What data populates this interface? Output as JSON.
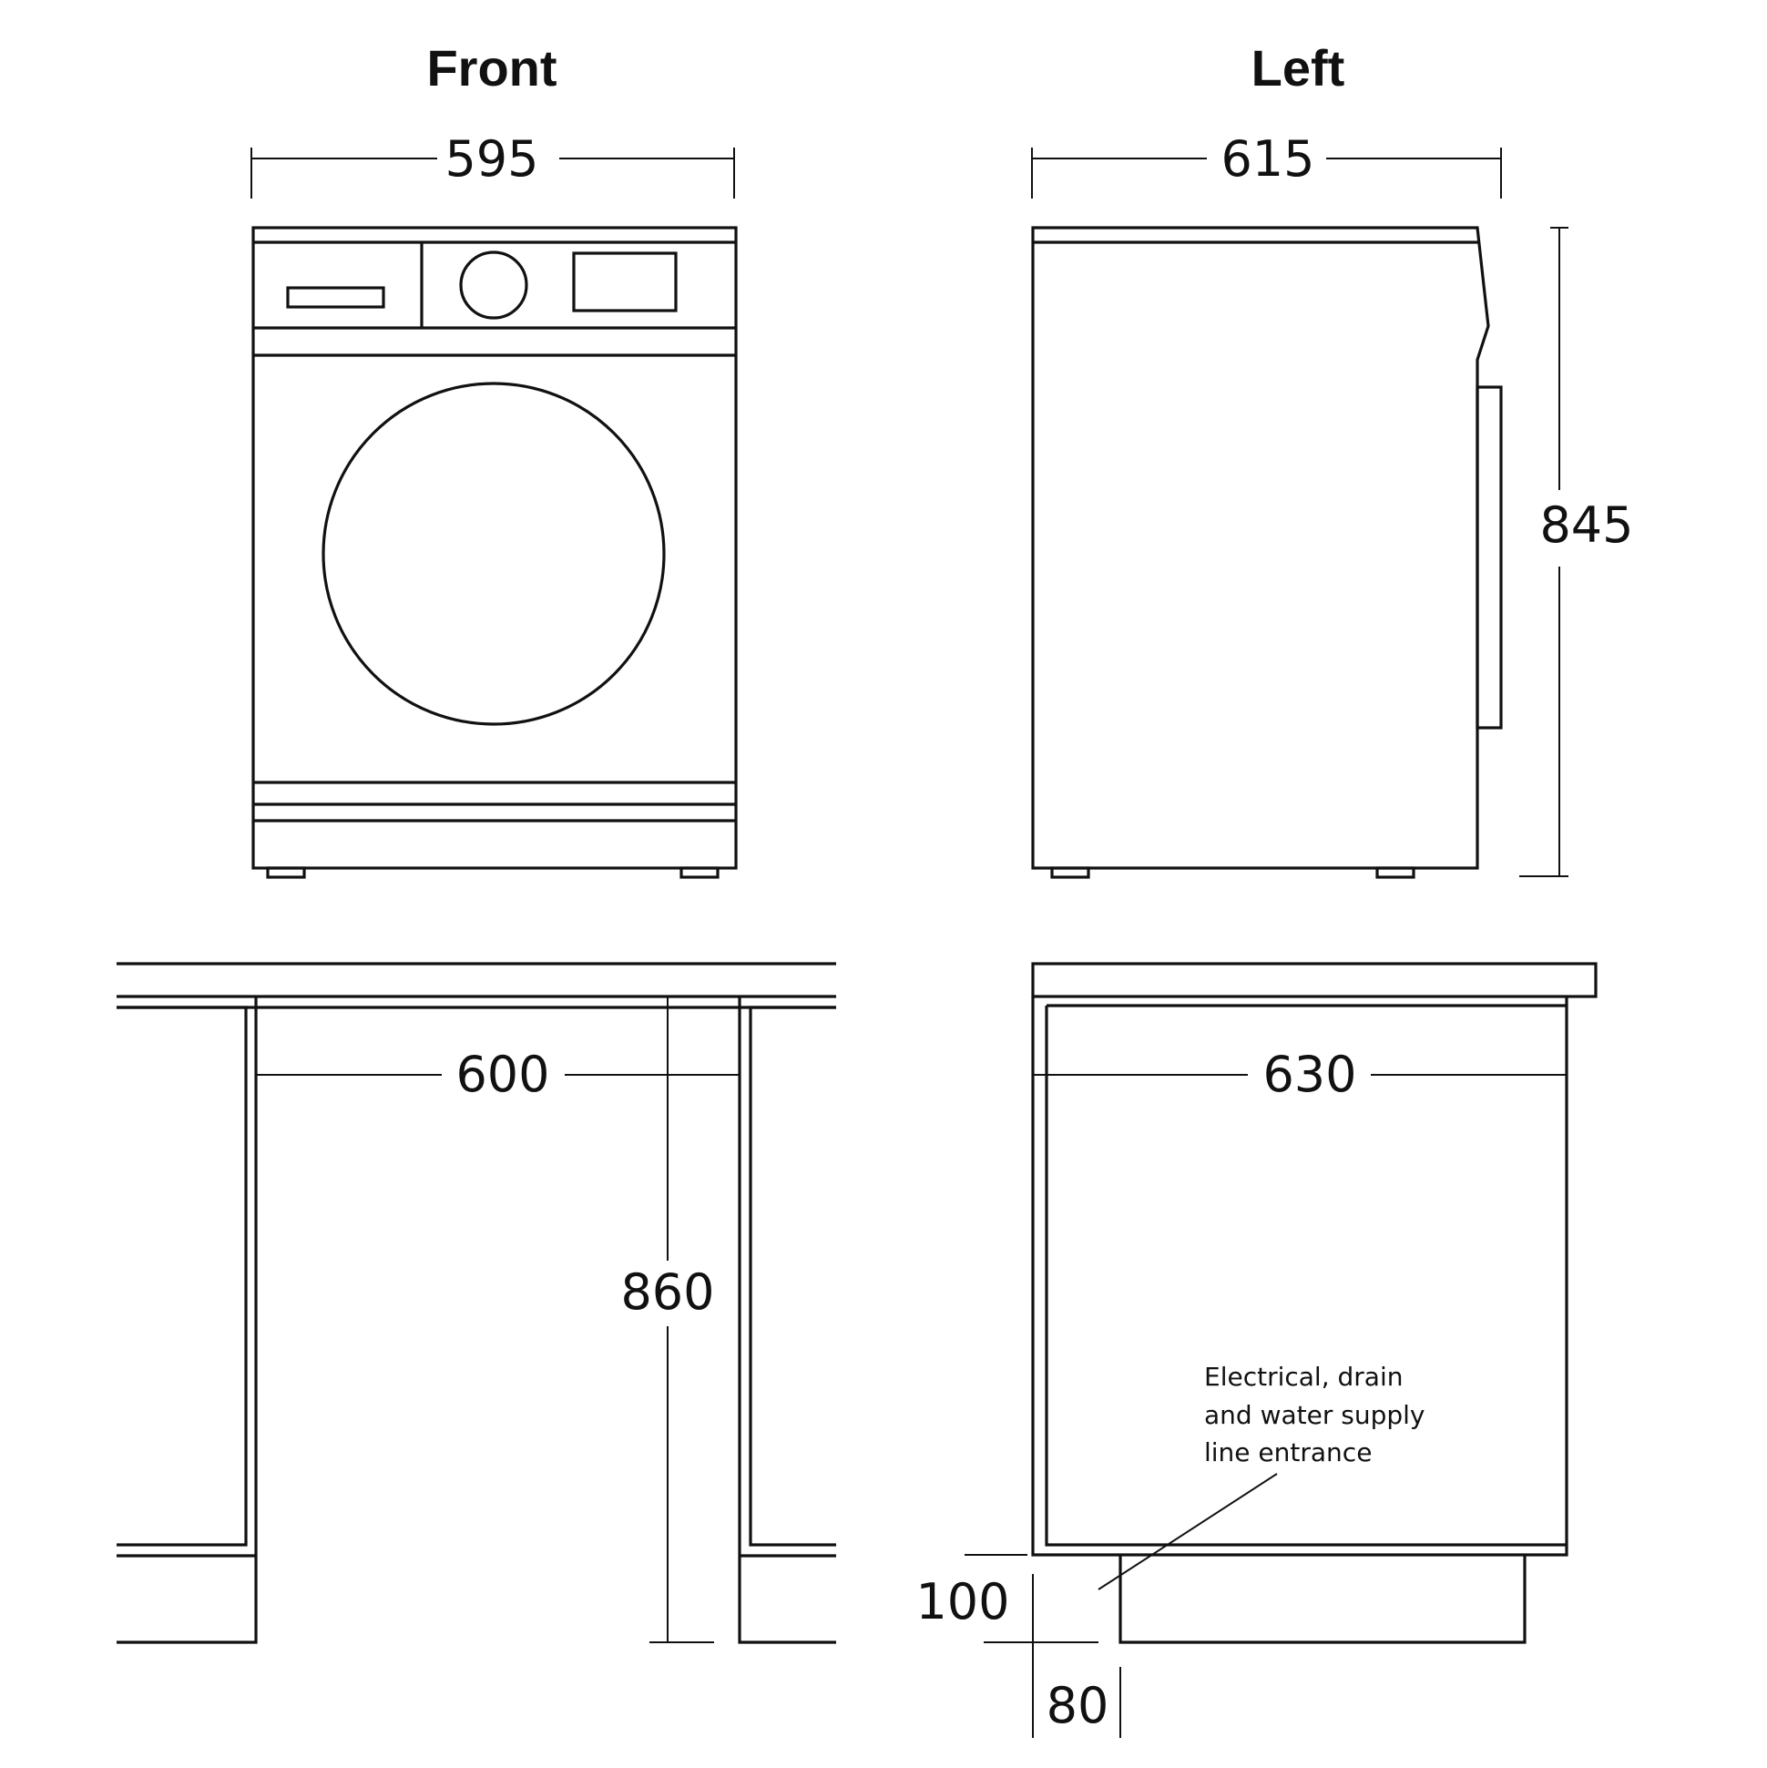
{
  "views": {
    "front": {
      "title": "Front"
    },
    "left": {
      "title": "Left"
    }
  },
  "dimensions": {
    "appliance_width": "595",
    "appliance_depth": "615",
    "appliance_height": "845",
    "cavity_width": "600",
    "cavity_depth": "630",
    "cavity_height": "860",
    "plinth_height": "100",
    "plinth_setback": "80"
  },
  "annotation": {
    "line1": "Electrical, drain",
    "line2": "and water supply",
    "line3": "line entrance"
  },
  "colors": {
    "stroke": "#111111",
    "background": "#ffffff"
  }
}
